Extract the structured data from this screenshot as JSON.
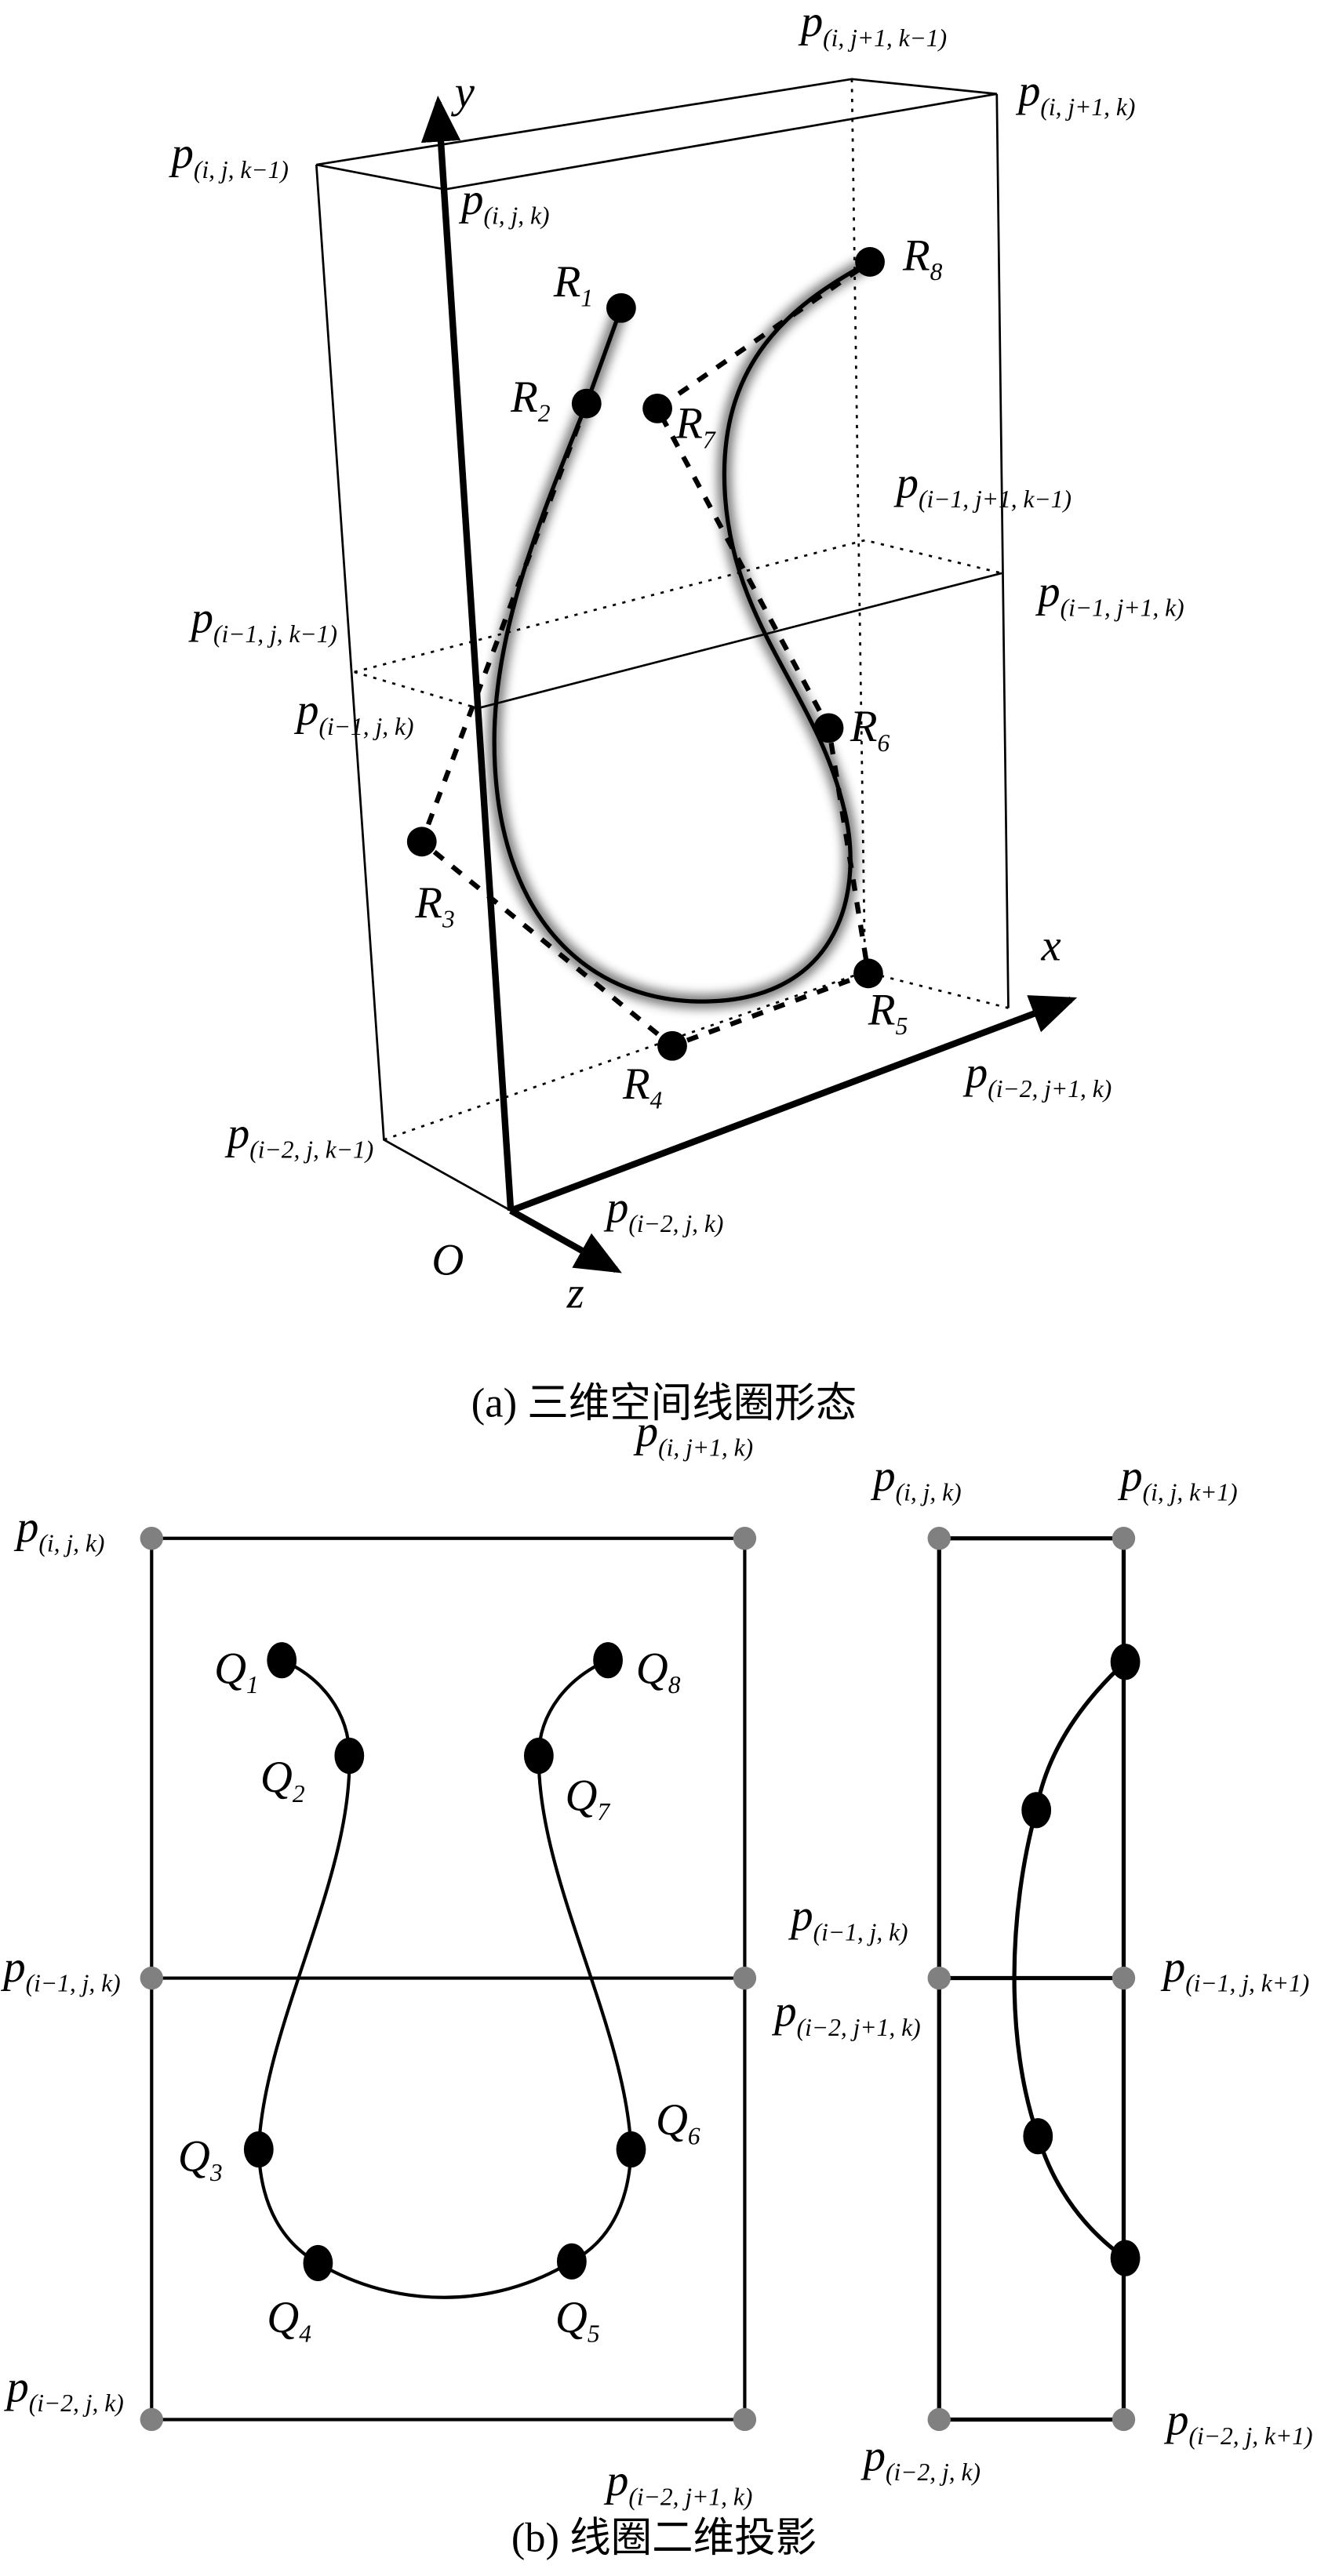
{
  "figure_a": {
    "caption": "(a) 三维空间线圈形态",
    "axes": {
      "x": "x",
      "y": "y",
      "z": "z",
      "origin": "O"
    },
    "corner_labels": [
      {
        "main": "p",
        "sub": "(i, j+1, k−1)"
      },
      {
        "main": "p",
        "sub": "(i, j+1, k)"
      },
      {
        "main": "p",
        "sub": "(i, j, k−1)"
      },
      {
        "main": "p",
        "sub": "(i, j, k)"
      },
      {
        "main": "p",
        "sub": "(i−1, j+1, k−1)"
      },
      {
        "main": "p",
        "sub": "(i−1, j+1, k)"
      },
      {
        "main": "p",
        "sub": "(i−1, j, k−1)"
      },
      {
        "main": "p",
        "sub": "(i−1, j, k)"
      },
      {
        "main": "p",
        "sub": "(i−2, j+1, k)"
      },
      {
        "main": "p",
        "sub": "(i−2, j, k−1)"
      },
      {
        "main": "p",
        "sub": "(i−2, j, k)"
      }
    ],
    "control_points": [
      {
        "main": "R",
        "sub": "1"
      },
      {
        "main": "R",
        "sub": "2"
      },
      {
        "main": "R",
        "sub": "3"
      },
      {
        "main": "R",
        "sub": "4"
      },
      {
        "main": "R",
        "sub": "5"
      },
      {
        "main": "R",
        "sub": "6"
      },
      {
        "main": "R",
        "sub": "7"
      },
      {
        "main": "R",
        "sub": "8"
      }
    ]
  },
  "figure_b": {
    "caption": "(b) 线圈二维投影",
    "front_labels": [
      {
        "main": "p",
        "sub": "(i, j, k)"
      },
      {
        "main": "p",
        "sub": "(i, j+1, k)"
      },
      {
        "main": "p",
        "sub": "(i−1, j, k)"
      },
      {
        "main": "p",
        "sub": "(i−2, j, k)"
      },
      {
        "main": "p",
        "sub": "(i−2, j+1, k)"
      }
    ],
    "side_labels": [
      {
        "main": "p",
        "sub": "(i, j, k)"
      },
      {
        "main": "p",
        "sub": "(i, j, k+1)"
      },
      {
        "main": "p",
        "sub": "(i−1, j, k)"
      },
      {
        "main": "p",
        "sub": "(i−2, j+1, k)"
      },
      {
        "main": "p",
        "sub": "(i−1, j, k+1)"
      },
      {
        "main": "p",
        "sub": "(i−2, j, k)"
      },
      {
        "main": "p",
        "sub": "(i−2, j, k+1)"
      }
    ],
    "points": [
      {
        "main": "Q",
        "sub": "1"
      },
      {
        "main": "Q",
        "sub": "2"
      },
      {
        "main": "Q",
        "sub": "3"
      },
      {
        "main": "Q",
        "sub": "4"
      },
      {
        "main": "Q",
        "sub": "5"
      },
      {
        "main": "Q",
        "sub": "6"
      },
      {
        "main": "Q",
        "sub": "7"
      },
      {
        "main": "Q",
        "sub": "8"
      }
    ]
  }
}
